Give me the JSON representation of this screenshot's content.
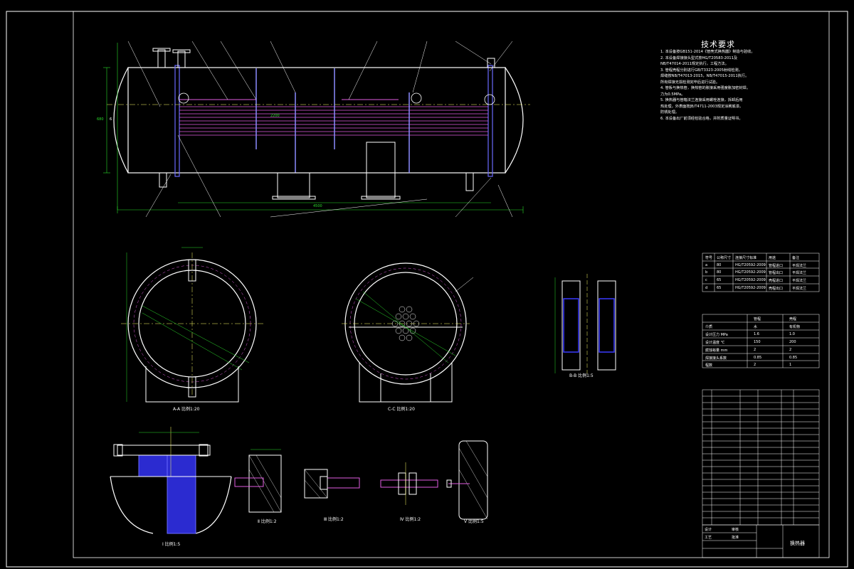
{
  "drawing": {
    "technical_requirements_title": "技术要求",
    "technical_requirements": [
      "1. 本设备按GB151-2014《管壳式换热器》制造与验收。",
      "2. 本设备焊接接头型式按HG/T20583-2011及",
      "   NB/T47014-2011规定执行，工程方法。",
      "3. 管程壳程分别进行GB/T3323-2005射线检测，",
      "   焊缝按NB/T47013-2015，NB/T47015-2011执行。",
      "   所有焊接无损检测完毕后进行试验。",
      "4. 管板与换热管，换热管的胀接采用强度胀加密封焊。",
      "   力为0.5MPa。",
      "5. 换热器与管箱法兰连接采用螺栓连接，拆卸后用",
      "   热处理，外表面按JB/T4711-2003规定涂刷底漆。",
      "   防锈处理。",
      "6. 本设备出厂前须经检验合格，并附质量证明书。"
    ],
    "views": {
      "section_aa": "A-A  比例1:20",
      "section_cc": "C-C  比例1:20",
      "section_bb": "B-B  比例1:5",
      "detail_1": "Ⅰ  比例1:5",
      "detail_2": "Ⅱ  比例1:2",
      "detail_3": "Ⅲ  比例1:2",
      "detail_4": "Ⅳ  比例1:2",
      "detail_5": "Ⅴ  比例1:5"
    },
    "dimension_labels": [
      "4500",
      "2200",
      "680",
      "6"
    ],
    "nozzle_table": {
      "headers": [
        "符号",
        "公称尺寸",
        "连接尺寸标准",
        "用途",
        "备注"
      ],
      "rows": [
        [
          "a",
          "80",
          "HG/T20592-2009",
          "管程进口",
          "平焊法兰"
        ],
        [
          "b",
          "80",
          "HG/T20592-2009",
          "管程出口",
          "平焊法兰"
        ],
        [
          "c",
          "65",
          "HG/T20592-2009",
          "壳程进口",
          "平焊法兰"
        ],
        [
          "d",
          "65",
          "HG/T20592-2009",
          "壳程出口",
          "平焊法兰"
        ]
      ]
    },
    "design_table": {
      "headers": [
        "",
        "管程",
        "壳程"
      ],
      "rows": [
        [
          "介质",
          "水",
          "有机物"
        ],
        [
          "设计压力 MPa",
          "1.6",
          "1.0"
        ],
        [
          "设计温度 ℃",
          "150",
          "200"
        ],
        [
          "腐蚀裕量 mm",
          "2",
          "2"
        ],
        [
          "焊接接头系数",
          "0.85",
          "0.85"
        ],
        [
          "程数",
          "2",
          "1"
        ]
      ]
    },
    "title_block": {
      "drawing_name": "换热器",
      "labels": [
        "设计",
        "审核",
        "工艺",
        "批准"
      ]
    }
  }
}
